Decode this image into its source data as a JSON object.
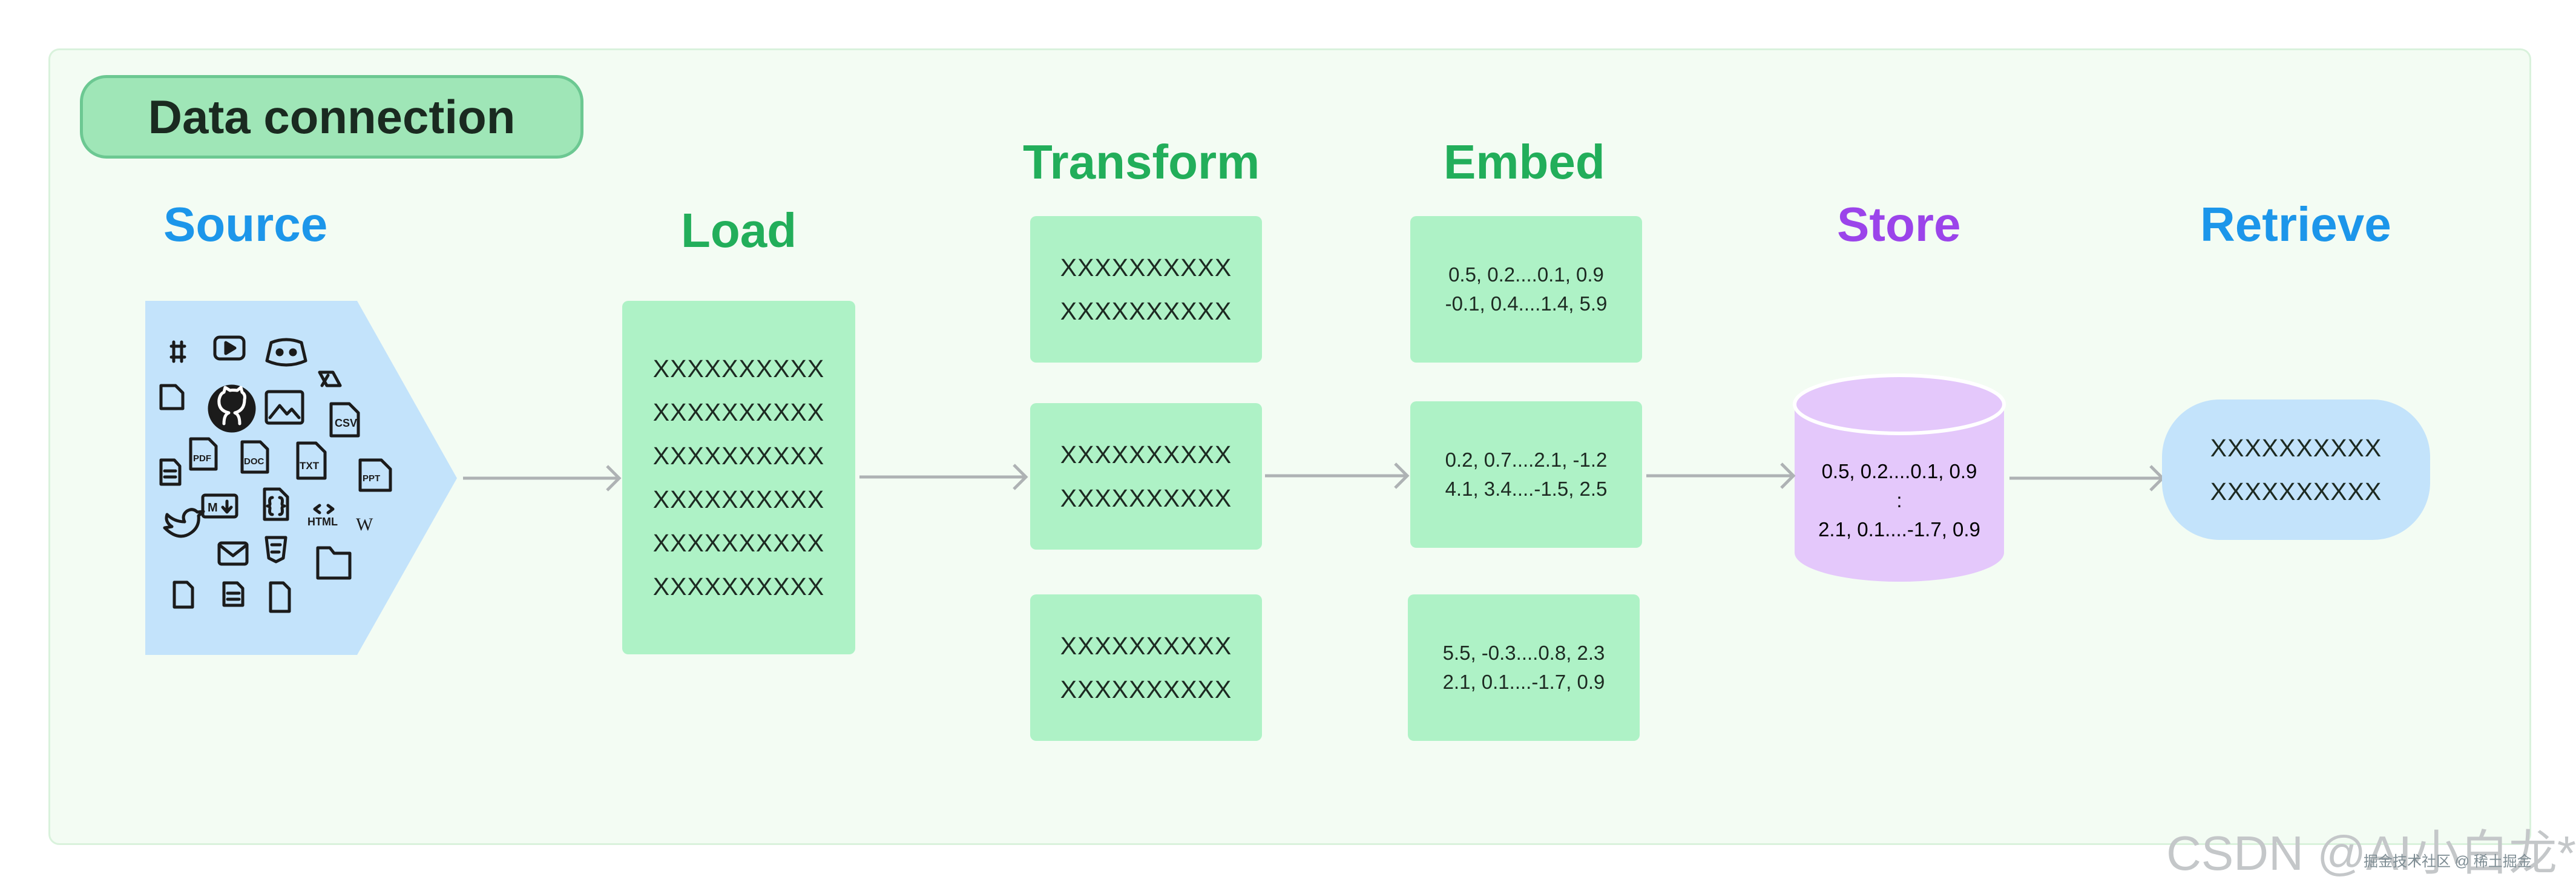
{
  "title": "Data connection",
  "stages": {
    "source": "Source",
    "load": "Load",
    "transform": "Transform",
    "embed": "Embed",
    "store": "Store",
    "retrieve": "Retrieve"
  },
  "placeholder": "XXXXXXXXXX",
  "source_icons": [
    "slack-icon",
    "youtube-icon",
    "discord-icon",
    "google-drive-icon",
    "file-icon",
    "github-icon",
    "image-icon",
    "csv-file-icon",
    "pdf-file-icon",
    "doc-file-icon",
    "txt-file-icon",
    "ppt-file-icon",
    "text-file-icon",
    "markdown-icon",
    "json-file-icon",
    "html-icon",
    "wikipedia-icon",
    "twitter-icon",
    "email-icon",
    "css-file-icon",
    "folder-icon",
    "file-icon",
    "text-file-icon",
    "file-icon"
  ],
  "source_icon_labels": {
    "csv": "CSV",
    "pdf": "PDF",
    "doc": "DOC",
    "txt": "TXT",
    "ppt": "PPT",
    "md": "M",
    "html": "HTML",
    "wiki": "W"
  },
  "embeddings": [
    {
      "line1": "0.5, 0.2....0.1, 0.9",
      "line2": "-0.1, 0.4....1.4, 5.9"
    },
    {
      "line1": "0.2, 0.7....2.1, -1.2",
      "line2": "4.1, 3.4....-1.5, 2.5"
    },
    {
      "line1": "5.5, -0.3....0.8, 2.3",
      "line2": "2.1, 0.1....-1.7, 0.9"
    }
  ],
  "store": {
    "line1": "0.5, 0.2....0.1, 0.9",
    "line2": ":",
    "line3": "2.1, 0.1....-1.7, 0.9"
  },
  "watermark": "CSDN @AI小白龙*",
  "watermark_small": "掘金技术社区 @ 稀土掘金",
  "colors": {
    "green_heading": "#22ae5a",
    "blue_heading": "#1c96ea",
    "purple_heading": "#9b44ea",
    "box_green": "#aef2c6",
    "source_blue": "#c3e3fb",
    "store_purple": "#e4c8fb",
    "arrow": "#aeb2b4"
  }
}
